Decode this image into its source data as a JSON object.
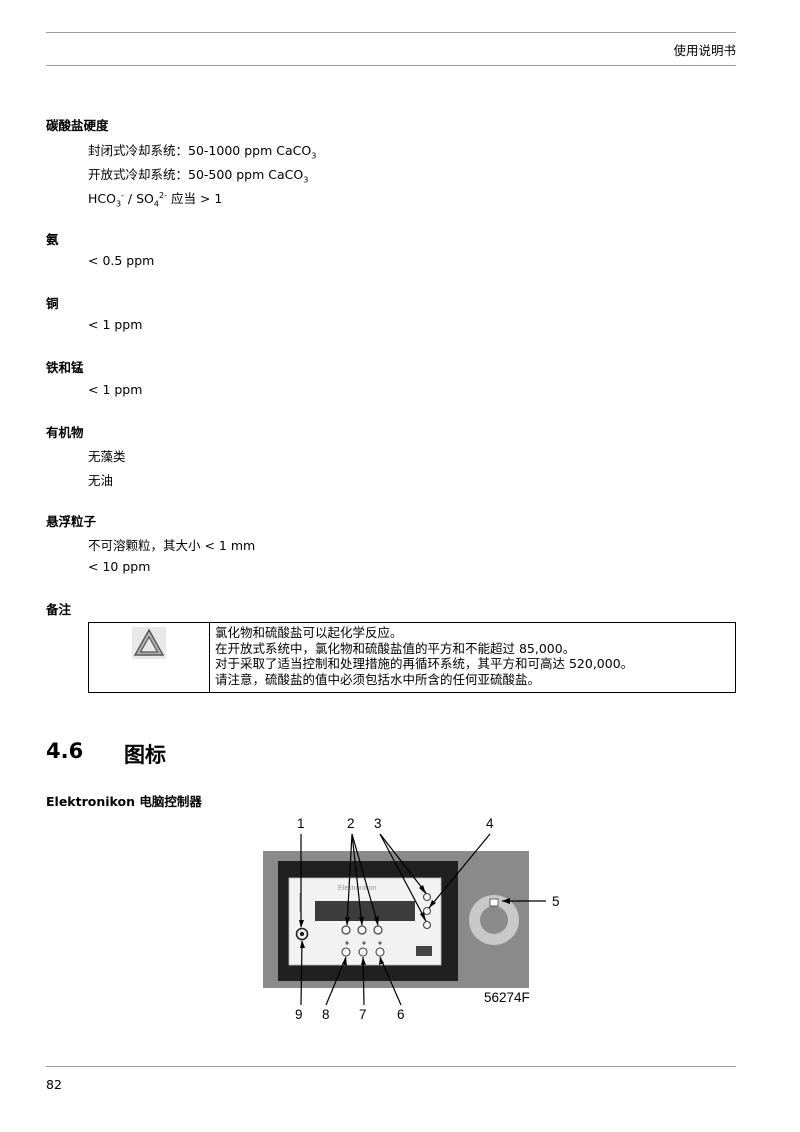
{
  "header": {
    "title": "使用说明书"
  },
  "sections": {
    "carbonate": {
      "heading": "碳酸盐硬度",
      "line1_prefix": "封闭式冷却系统：50-1000 ppm CaCO",
      "line1_sub": "3",
      "line2_prefix": "开放式冷却系统：50-500 ppm CaCO",
      "line2_sub": "3",
      "line3_a": "HCO",
      "line3_a_sub": "3",
      "line3_a_sup": "-",
      "line3_b": " / SO",
      "line3_b_sub": "4",
      "line3_b_sup": "2-",
      "line3_c": " 应当 > 1"
    },
    "ammonia": {
      "heading": "氨",
      "value": "< 0.5 ppm"
    },
    "copper": {
      "heading": "铜",
      "value": "< 1 ppm"
    },
    "iron_manganese": {
      "heading": "铁和锰",
      "value": "< 1 ppm"
    },
    "organics": {
      "heading": "有机物",
      "value1": "无藻类",
      "value2": "无油"
    },
    "particles": {
      "heading": "悬浮粒子",
      "value1": "不可溶颗粒，其大小 < 1 mm",
      "value2": "< 10 ppm"
    },
    "remarks": {
      "heading": "备注",
      "icon": "warning-triangle-icon",
      "lines": [
        "氯化物和硫酸盐可以起化学反应。",
        "在开放式系统中，氯化物和硫酸盐值的平方和不能超过 85,000。",
        "对于采取了适当控制和处理措施的再循环系统，其平方和可高达 520,000。",
        "请注意，硫酸盐的值中必须包括水中所含的任何亚硫酸盐。"
      ]
    }
  },
  "section_4_6": {
    "number": "4.6",
    "title": "图标"
  },
  "figure": {
    "subheading": "Elektronikon 电脑控制器",
    "callouts": [
      "1",
      "2",
      "3",
      "4",
      "5",
      "6",
      "7",
      "8",
      "9"
    ],
    "code": "56274F",
    "panel_label": "Elektronikon"
  },
  "footer": {
    "page_number": "82"
  }
}
